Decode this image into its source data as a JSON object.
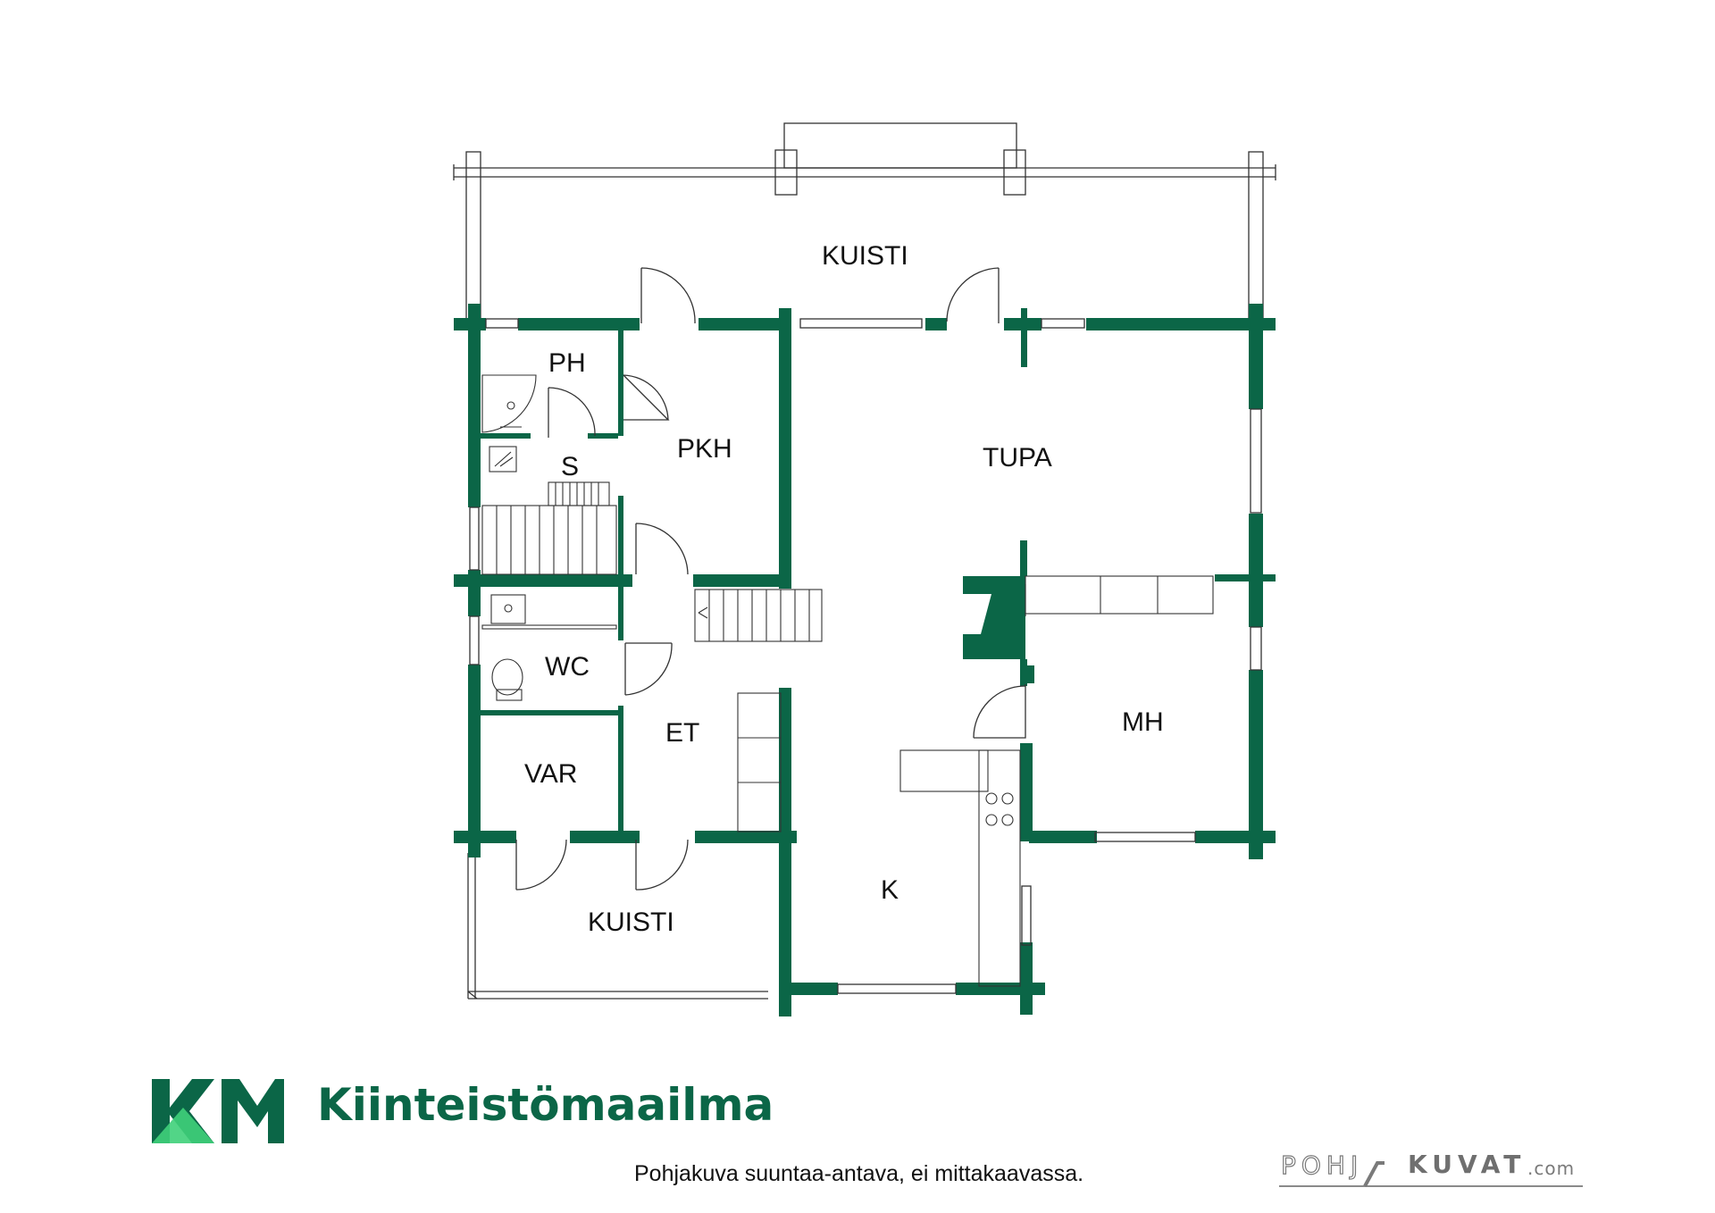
{
  "rooms": {
    "kuisti_top": "KUISTI",
    "ph": "PH",
    "pkh": "PKH",
    "tupa": "TUPA",
    "s": "S",
    "wc": "WC",
    "et": "ET",
    "var": "VAR",
    "mh": "MH",
    "k": "K",
    "kuisti_bottom": "KUISTI"
  },
  "brand": {
    "logo_letters": "KM",
    "name": "Kiinteistömaailma",
    "color": "#0b6647",
    "accent": "#3fd07a"
  },
  "footer": {
    "disclaimer": "Pohjakuva suuntaa-antava, ei mittakaavassa.",
    "credit_left": "POHJ",
    "credit_right": "KUVAT",
    "credit_domain": ".com"
  },
  "colors": {
    "wall": "#0b6647",
    "line": "#333333"
  }
}
